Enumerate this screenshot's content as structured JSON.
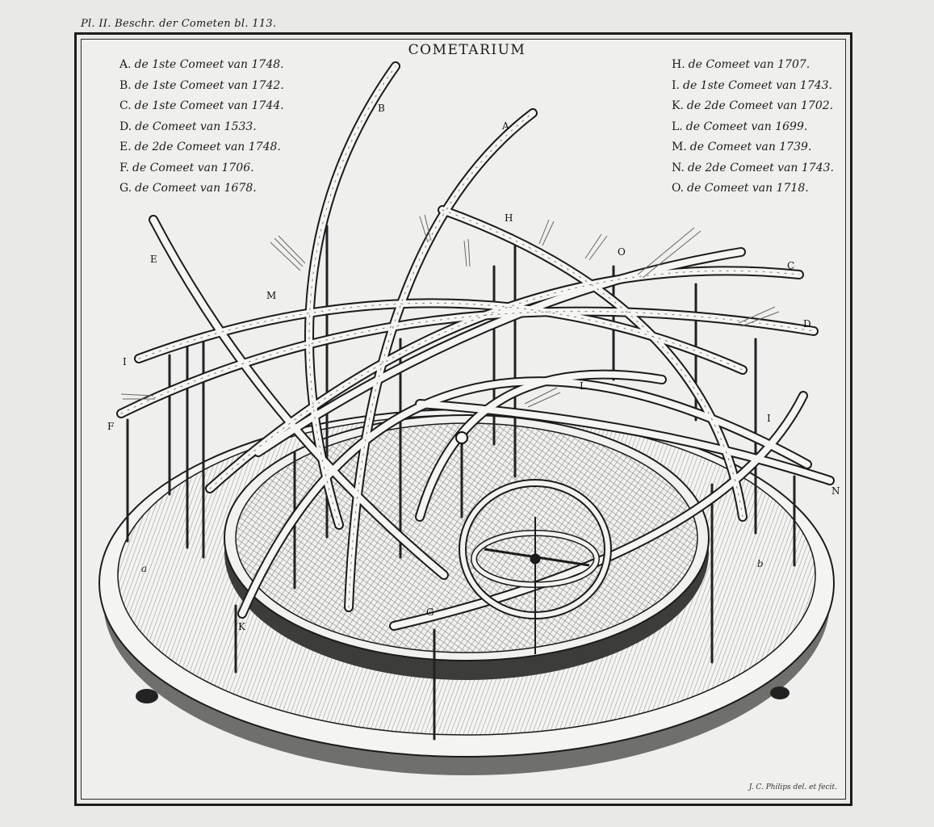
{
  "header": {
    "plate_reference": "Pl. II. Beschr. der Cometen bl. 113."
  },
  "title": "COMETARIUM",
  "legend": {
    "left": [
      {
        "key": "A.",
        "text": "de 1ste Comeet van 1748."
      },
      {
        "key": "B.",
        "text": "de 1ste Comeet van 1742."
      },
      {
        "key": "C.",
        "text": "de 1ste Comeet van 1744."
      },
      {
        "key": "D.",
        "text": "de Comeet van 1533."
      },
      {
        "key": "E.",
        "text": "de 2de Comeet van 1748."
      },
      {
        "key": "F.",
        "text": "de Comeet van 1706."
      },
      {
        "key": "G.",
        "text": "de Comeet van 1678."
      }
    ],
    "right": [
      {
        "key": "H.",
        "text": "de Comeet van 1707."
      },
      {
        "key": "I.",
        "text": "de 1ste Comeet van 1743."
      },
      {
        "key": "K.",
        "text": "de 2de Comeet van 1702."
      },
      {
        "key": "L.",
        "text": "de Comeet van 1699."
      },
      {
        "key": "M.",
        "text": "de Comeet van 1739."
      },
      {
        "key": "N.",
        "text": "de 2de Comeet van 1743."
      },
      {
        "key": "O.",
        "text": "de Comeet van 1718."
      }
    ]
  },
  "orbit_labels": {
    "A": "A",
    "B": "B",
    "C": "C",
    "D": "D",
    "E": "E",
    "F": "F",
    "G": "G",
    "H": "H",
    "I": "I",
    "I2": "I",
    "K": "K",
    "L": "L",
    "M": "M",
    "N": "N",
    "O": "O"
  },
  "base_labels": {
    "a": "a",
    "b": "b"
  },
  "signature": "J. C. Philips del. et fecit.",
  "colors": {
    "ink": "#1b1b1b",
    "paper": "#efefed",
    "shade": "#8a8a86"
  }
}
